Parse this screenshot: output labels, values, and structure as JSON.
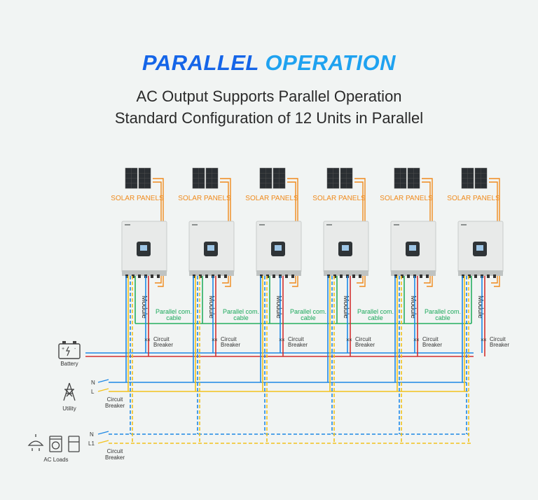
{
  "title": {
    "word1": "PARALLEL",
    "word2": "OPERATION"
  },
  "subtitle_line1": "AC Output Supports Parallel Operation",
  "subtitle_line2": "Standard Configuration of 12 Units in Parallel",
  "unit_labels": {
    "solar": "SOLAR PANELS",
    "module": "Module",
    "parallel_cable": [
      "Parallel com.",
      "cable"
    ],
    "circuit_breaker": [
      "Circuit",
      "Breaker"
    ]
  },
  "unit_count": 6,
  "left_side": {
    "battery_label": "Battery",
    "utility_label": "Utility",
    "ac_loads_label": "AC Loads",
    "utility_n": "N",
    "utility_l": "L",
    "loads_n": "N",
    "loads_l1": "L1",
    "breaker": [
      "Circuit",
      "Breaker"
    ]
  },
  "colors": {
    "blue": "#1e88e5",
    "yellow": "#f2c21c",
    "green": "#27ae60",
    "red": "#d32f2f",
    "orange": "#f08a1c",
    "brand_blue": "#1565e8",
    "brand_light_blue": "#1fa2f0"
  }
}
